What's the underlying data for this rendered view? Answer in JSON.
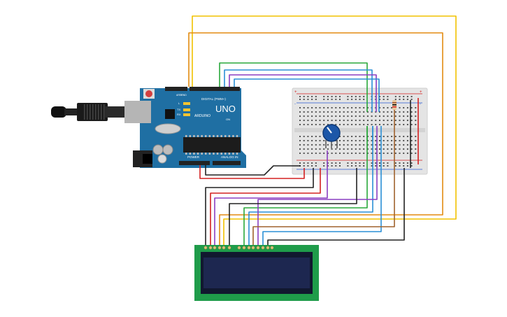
{
  "arduino": {
    "brand": "UNO",
    "sub_brand": "ARDUINO",
    "digital_label": "DIGITAL (PWM~)",
    "power_label": "POWER",
    "analog_label": "ANALOG IN",
    "aref_label": "AREF",
    "gnd_label": "GND",
    "tx_label": "TX",
    "rx_label": "RX",
    "l_label": "L",
    "on_label": "ON",
    "board_color": "#1f6fa3",
    "usb_color": "#b5b5b5"
  },
  "breadboard": {
    "plus_label": "+",
    "minus_label": "-",
    "body_color": "#e4e4e4"
  },
  "lcd": {
    "board_color": "#1f9c4a",
    "screen_color": "#1d2750"
  },
  "potentiometer": {
    "knob_color": "#1d57a8"
  },
  "wire_colors": {
    "yellow": "#f2c200",
    "orange": "#e38c12",
    "green": "#29a83b",
    "blue": "#2a8fd6",
    "purple": "#8a3fc2",
    "red": "#d42020",
    "black": "#222222",
    "brown": "#a0622d"
  }
}
